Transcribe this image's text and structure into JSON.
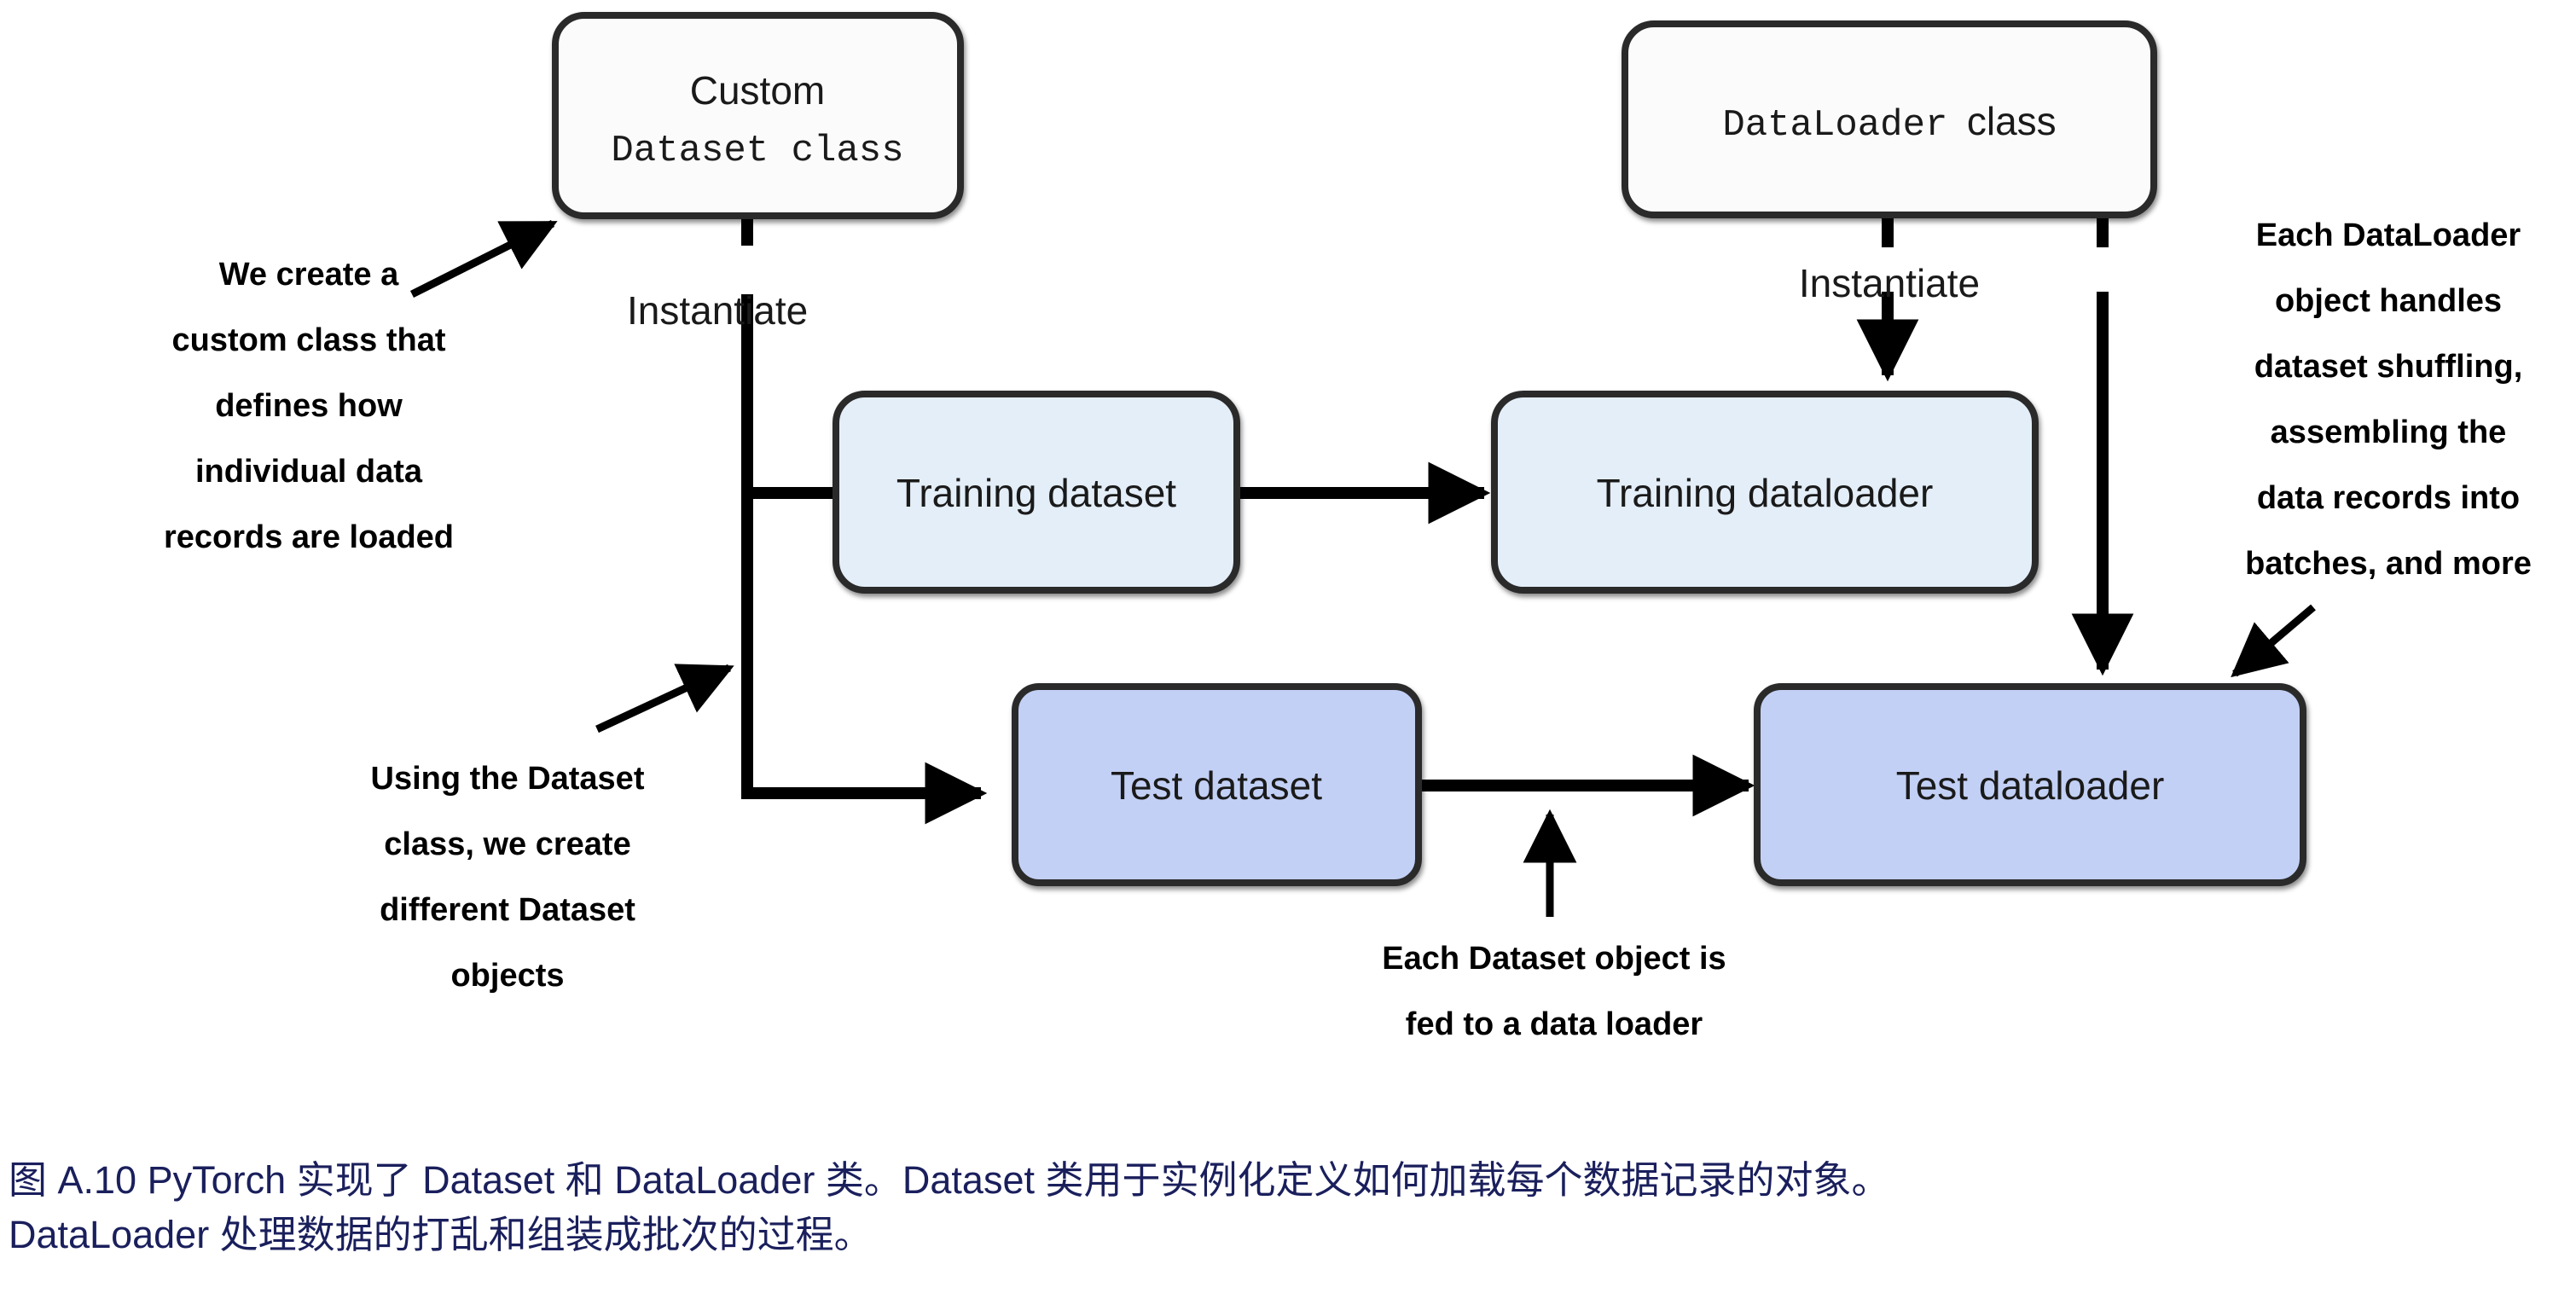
{
  "figure": {
    "title": "PyTorch Dataset and DataLoader class diagram",
    "boxes": {
      "custom_dataset_class": {
        "line1": "Custom",
        "line2": "Dataset class",
        "fill": "#fbfbfb",
        "stroke": "#2a2a2a"
      },
      "dataloader_class": {
        "mono": "DataLoader",
        "plain": "class",
        "fill": "#fbfbfb",
        "stroke": "#2a2a2a"
      },
      "training_dataset": {
        "label": "Training dataset",
        "fill": "#e3eef8",
        "stroke": "#2a2a2a"
      },
      "training_dataloader": {
        "label": "Training dataloader",
        "fill": "#e3eef8",
        "stroke": "#2a2a2a"
      },
      "test_dataset": {
        "label": "Test dataset",
        "fill": "#c3d0f5",
        "stroke": "#2a2a2a"
      },
      "test_dataloader": {
        "label": "Test dataloader",
        "fill": "#c3d0f5",
        "stroke": "#2a2a2a"
      }
    },
    "edge_labels": {
      "instantiate_left": "Instantiate",
      "instantiate_right": "Instantiate"
    },
    "annotations": {
      "left_top": [
        "We create a",
        "custom class that",
        "defines how",
        "individual data",
        "records are loaded"
      ],
      "left_bottom": [
        "Using the Dataset",
        "class, we create",
        "different Dataset",
        "objects"
      ],
      "right": [
        "Each DataLoader",
        "object handles",
        "dataset shuffling,",
        "assembling the",
        "data records into",
        "batches, and more"
      ],
      "bottom_center": [
        "Each Dataset object is",
        "fed to a data loader"
      ]
    }
  },
  "caption": {
    "color": "#1a1f5c",
    "line1": "图 A.10 PyTorch 实现了 Dataset 和 DataLoader 类。Dataset 类用于实例化定义如何加载每个数据记录的对象。",
    "line2": "DataLoader 处理数据的打乱和组装成批次的过程。"
  }
}
